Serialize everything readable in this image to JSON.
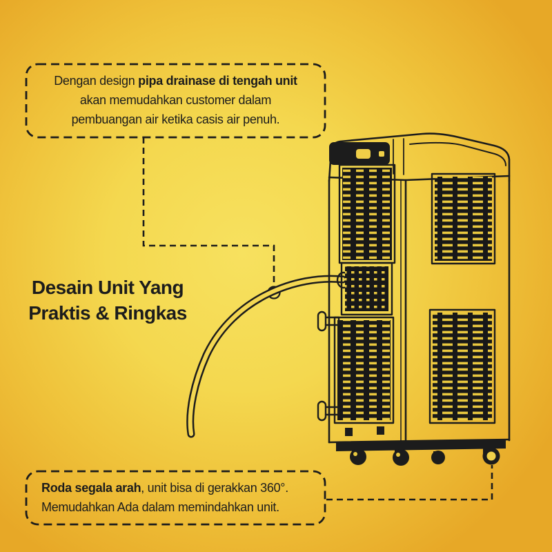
{
  "colors": {
    "background_center": "#f7e15f",
    "background_edge": "#e7a827",
    "ink": "#1c1c1c",
    "grille_slat": "#e9c83f"
  },
  "headline": {
    "line1": "Desain Unit Yang",
    "line2": "Praktis & Ringkas"
  },
  "top_callout": {
    "line1_normal": "Dengan design ",
    "line1_bold": "pipa drainase di tengah unit",
    "line2": "akan memudahkan customer dalam",
    "line3": "pembuangan air ketika casis air penuh."
  },
  "bottom_callout": {
    "line1_bold": "Roda segala arah",
    "line1_normal": ", unit bisa di gerakkan 360°.",
    "line2": "Memudahkan Ada dalam memindahkan unit."
  },
  "illustration": {
    "name": "portable-ac-rear-line-drawing"
  }
}
